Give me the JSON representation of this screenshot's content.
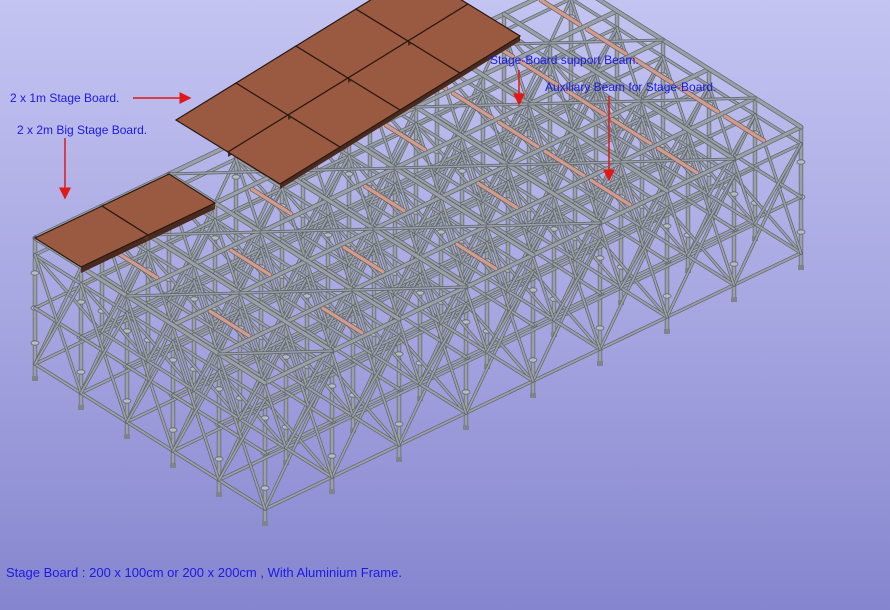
{
  "labels": {
    "stage_board_support_beam": "Stage-Board support Beam.",
    "auxiliary_beam": "Auxiliary Beam for Stage-Board.",
    "small_stage_board": "2 x 1m Stage Board.",
    "big_stage_board": "2 x 2m Big Stage Board."
  },
  "caption": "Stage Board : 200 x 100cm or 200 x 200cm , With Aluminium Frame.",
  "colors": {
    "background_top": "#c4c4f2",
    "background_bottom": "#8585cf",
    "label_text": "#1a1ae6",
    "arrow": "#e01818",
    "frame": "#9aa0a6",
    "auxiliary_beam": "#d49a8a",
    "stage_board": "#9a5a42"
  }
}
